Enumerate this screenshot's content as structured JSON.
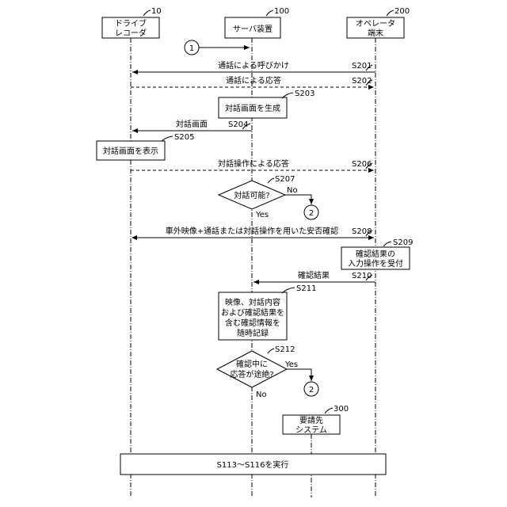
{
  "actors": {
    "drive_recorder": {
      "line1": "ドライブ",
      "line2": "レコーダ",
      "ref": "10"
    },
    "server": {
      "label": "サーバ装置",
      "ref": "100"
    },
    "operator": {
      "line1": "オペレータ",
      "line2": "端末",
      "ref": "200"
    },
    "request_system": {
      "line1": "要請先",
      "line2": "システム",
      "ref": "300"
    }
  },
  "connectors": {
    "c1": "1",
    "c2a": "2",
    "c2b": "2"
  },
  "messages": {
    "m201": {
      "label": "通話による呼びかけ",
      "step": "S201"
    },
    "m202": {
      "label": "通話による応答",
      "step": "S202"
    },
    "m204": {
      "label": "対話画面",
      "step": "S204"
    },
    "m206": {
      "label": "対話操作による応答",
      "step": "S206"
    },
    "m208": {
      "label": "車外映像+通話または対話操作を用いた安否確認",
      "step": "S208"
    },
    "m210": {
      "label": "確認結果",
      "step": "S210"
    }
  },
  "processes": {
    "p203": {
      "lines": [
        "対話画面を生成"
      ],
      "step": "S203"
    },
    "p205": {
      "lines": [
        "対話画面を表示"
      ],
      "step": "S205"
    },
    "p209": {
      "lines": [
        "確認結果の",
        "入力操作を受付"
      ],
      "step": "S209"
    },
    "p211": {
      "lines": [
        "映像、対話内容",
        "および確認結果を",
        "含む確認情報を",
        "随時記録"
      ],
      "step": "S211"
    }
  },
  "decisions": {
    "d207": {
      "lines": [
        "対話可能?"
      ],
      "step": "S207",
      "yes": "Yes",
      "no": "No"
    },
    "d212": {
      "lines": [
        "確認中に",
        "応答が途絶?"
      ],
      "step": "S212",
      "yes": "Yes",
      "no": "No"
    }
  },
  "final": {
    "label": "S113〜S116を実行"
  }
}
